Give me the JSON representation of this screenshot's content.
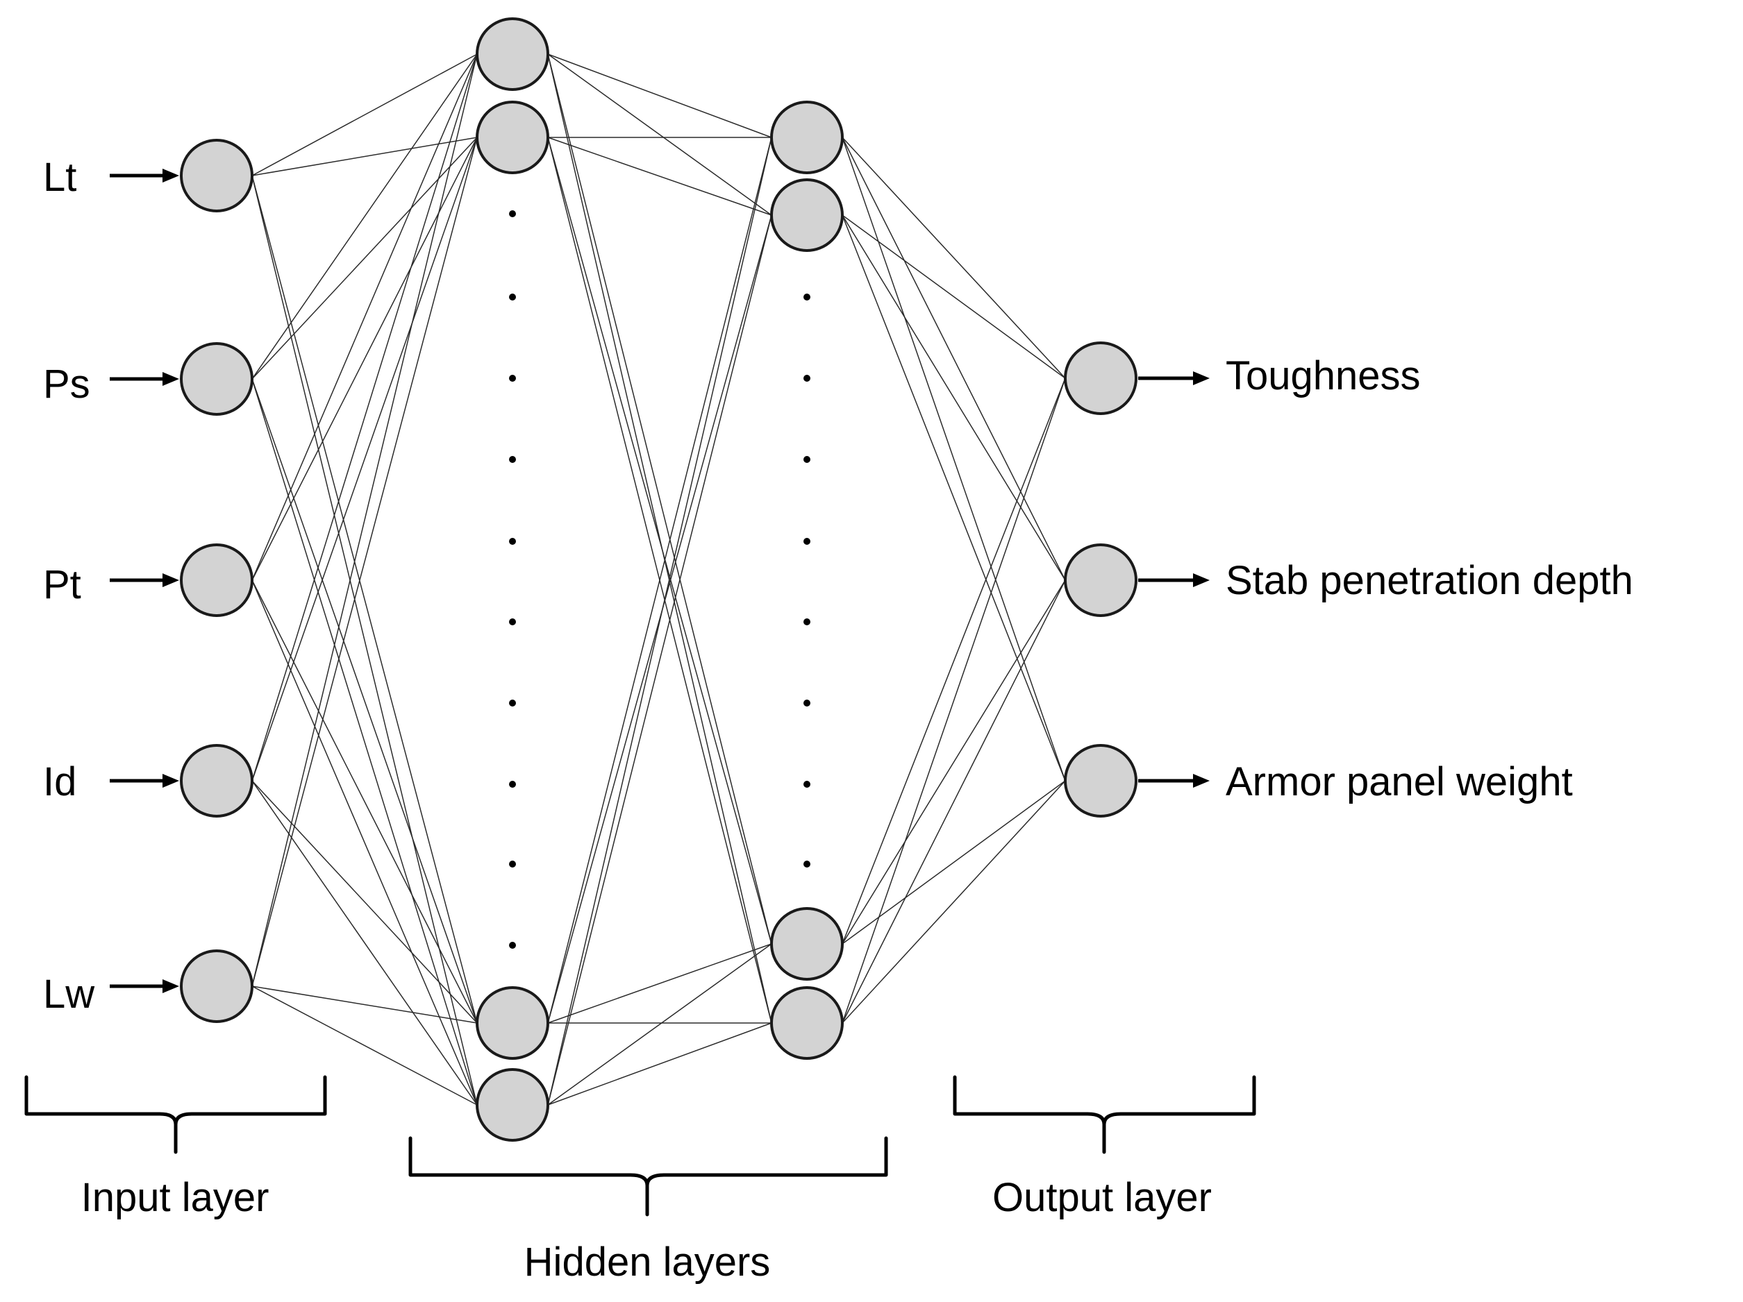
{
  "inputs": [
    "Lt",
    "Ps",
    "Pt",
    "Id",
    "Lw"
  ],
  "outputs": [
    "Toughness",
    "Stab penetration depth",
    "Armor panel weight"
  ],
  "braces": {
    "input": "Input layer",
    "hidden": "Hidden layers",
    "output": "Output layer"
  },
  "colors": {
    "node_fill": "#d3d3d3",
    "node_stroke": "#1a1a1a",
    "edge": "#2b2b2b"
  }
}
